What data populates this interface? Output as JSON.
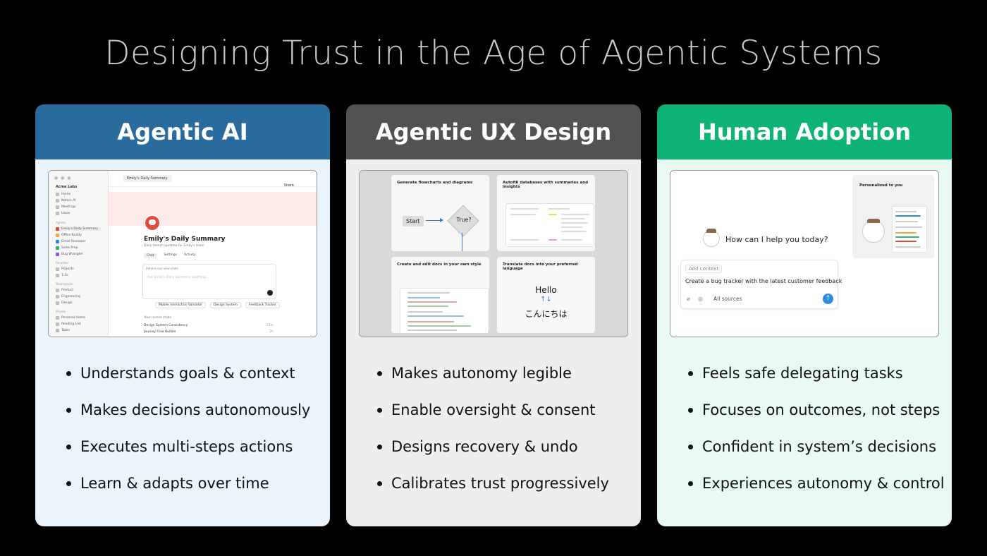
{
  "title": "Designing Trust in the Age of Agentic Systems",
  "cards": [
    {
      "heading": "Agentic AI",
      "bullets": [
        "Understands goals & context",
        "Makes decisions autonomously",
        "Executes multi-steps actions",
        "Learn & adapts over time"
      ],
      "screenshot": {
        "workspace": "Acme Labs",
        "tab": "Emily's Daily Summary",
        "share": "Share",
        "nav": [
          "Home",
          "Notion AI",
          "Meetings",
          "Inbox"
        ],
        "agents_label": "Agents",
        "agents": [
          "Emily's Daily Summary",
          "Office Buddy",
          "Email Reviewer",
          "Sales Prep",
          "Bug Wrangler"
        ],
        "favorites_label": "Favorites",
        "favorites": [
          "Projects",
          "1:1s"
        ],
        "teamspaces_label": "Teamspaces",
        "teamspaces": [
          "Product",
          "Engineering",
          "Design"
        ],
        "private_label": "Private",
        "private": [
          "Personal Home",
          "Reading List",
          "Tasks"
        ],
        "page_title": "Emily's Daily Summary",
        "page_subtitle": "Daily launch updates for Emily's team",
        "page_tabs": [
          "Chat",
          "Settings",
          "Activity"
        ],
        "chat_hint": "Admins can view chats",
        "chat_placeholder": "Ask Emily's Daily Summary anything...",
        "pills": [
          "Mobile Interaction Validator",
          "Design System",
          "Feedback Tracker"
        ],
        "recent_label": "Your recent chats",
        "recent": [
          {
            "name": "Design System Consistency",
            "time": "15m"
          },
          {
            "name": "Journey Flow Builder",
            "time": "2h"
          }
        ]
      }
    },
    {
      "heading": "Agentic UX Design",
      "bullets": [
        "Makes autonomy legible",
        "Enable oversight & consent",
        "Designs recovery & undo",
        "Calibrates trust progressively"
      ],
      "screenshot": {
        "panels": [
          "Generate flowcharts and diagrams",
          "Autofill databases with summaries and insights",
          "Create and edit docs in your own style",
          "Translate docs into your preferred language"
        ],
        "flow_start": "Start",
        "flow_decision": "True?",
        "translate_en": "Hello",
        "translate_arrows": "↑↓",
        "translate_ja": "こんにちは"
      }
    },
    {
      "heading": "Human Adoption",
      "bullets": [
        "Feels safe delegating tasks",
        "Focuses on outcomes, not steps",
        "Confident in system’s decisions",
        "Experiences autonomy & control"
      ],
      "screenshot": {
        "personalized": "Personalized to you",
        "question": "How can I help you today?",
        "add_context": "Add context",
        "prompt": "Create a bug tracker with the latest customer feedback",
        "sources": "All sources"
      }
    }
  ]
}
